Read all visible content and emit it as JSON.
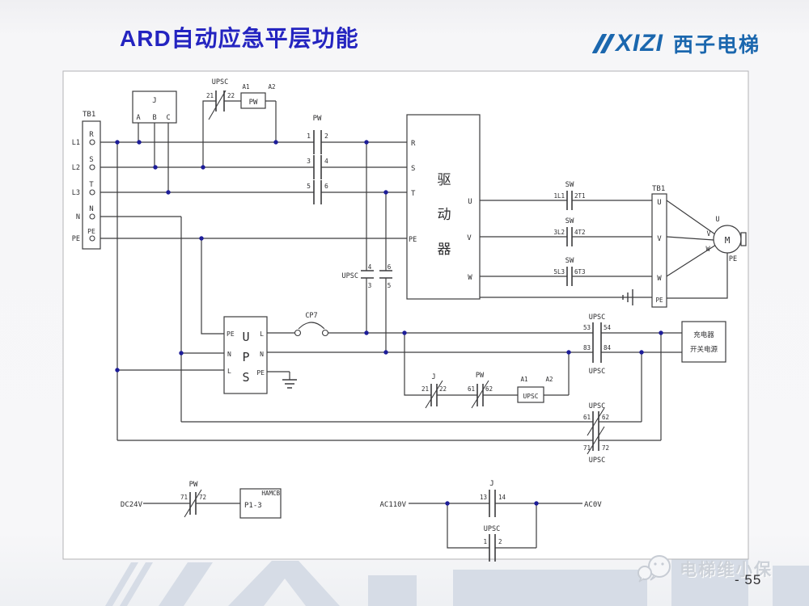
{
  "slide": {
    "title": "ARD自动应急平层功能",
    "page_number": "- 55",
    "watermark": "电梯维小保"
  },
  "logo": {
    "brand": "XIZI",
    "brand_cn": "西子电梯"
  },
  "diagram": {
    "tb1_left": {
      "title": "TB1",
      "ext": [
        "L1",
        "L2",
        "L3",
        "N",
        "PE"
      ],
      "terms": [
        "R",
        "S",
        "T",
        "N",
        "PE"
      ]
    },
    "relay_j": {
      "label": "J",
      "a": "A",
      "b": "B",
      "c": "C"
    },
    "upsc_nc_top": {
      "label": "UPSC",
      "n1": "21",
      "n2": "22"
    },
    "pw_coil": {
      "label": "PW",
      "a1": "A1",
      "a2": "A2"
    },
    "pw_contacts": {
      "label": "PW",
      "n": [
        "1",
        "2",
        "3",
        "4",
        "5",
        "6"
      ]
    },
    "upsc_no_vert": {
      "label": "UPSC",
      "n4": "4",
      "n3": "3",
      "n6": "6",
      "n5": "5"
    },
    "driver": {
      "c1": "驱",
      "c2": "动",
      "c3": "器",
      "in": [
        "R",
        "S",
        "T",
        "PE"
      ],
      "out": [
        "U",
        "V",
        "W"
      ]
    },
    "sw_contacts": {
      "label": "SW",
      "t": [
        "1L1",
        "2T1",
        "3L2",
        "4T2",
        "5L3",
        "6T3"
      ]
    },
    "tb1_right": {
      "title": "TB1",
      "terms": [
        "U",
        "V",
        "W",
        "PE"
      ]
    },
    "motor": {
      "label": "M",
      "u": "U",
      "v": "V",
      "w": "W",
      "pe": "PE"
    },
    "ups": {
      "c1": "U",
      "c2": "P",
      "c3": "S",
      "in": [
        "PE",
        "N",
        "L"
      ],
      "out": [
        "L",
        "N",
        "PE"
      ]
    },
    "cp7": {
      "label": "CP7"
    },
    "upsc_no_53": {
      "label": "UPSC",
      "n1": "53",
      "n2": "54"
    },
    "upsc_no_83": {
      "label": "UPSC",
      "n1": "83",
      "n2": "84"
    },
    "charger": {
      "line1": "充电器",
      "line2": "开关电源"
    },
    "j_nc": {
      "label": "J",
      "n1": "21",
      "n2": "22"
    },
    "pw_nc": {
      "label": "PW",
      "n1": "61",
      "n2": "62"
    },
    "upsc_coil": {
      "label": "UPSC",
      "a1": "A1",
      "a2": "A2"
    },
    "upsc_nc_61": {
      "label": "UPSC",
      "n1": "61",
      "n2": "62"
    },
    "upsc_nc_71": {
      "label": "UPSC",
      "n1": "71",
      "n2": "72"
    },
    "dc": {
      "source": "DC24V",
      "pw": "PW",
      "n1": "71",
      "n2": "72",
      "box": "HAMCB",
      "term": "P1-3"
    },
    "ac": {
      "source": "AC110V",
      "j": "J",
      "n1": "13",
      "n2": "14",
      "sink": "AC0V",
      "upsc": "UPSC",
      "m1": "1",
      "m2": "2"
    }
  }
}
